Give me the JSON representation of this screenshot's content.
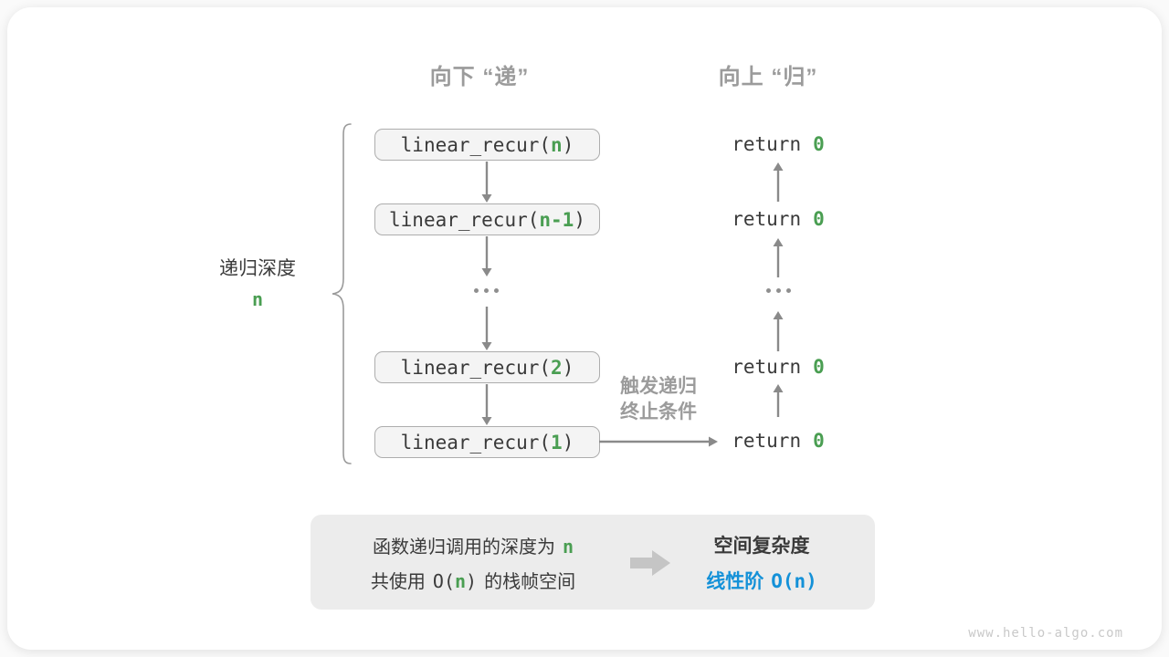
{
  "headers": {
    "down": "向下 “递”",
    "up": "向上 “归”"
  },
  "depth": {
    "label": "递归深度",
    "value": "n"
  },
  "calls": [
    {
      "pre": "linear_recur(",
      "arg": "n",
      "post": ")"
    },
    {
      "pre": "linear_recur(",
      "arg": "n-1",
      "post": ")"
    },
    {
      "pre": "linear_recur(",
      "arg": "2",
      "post": ")"
    },
    {
      "pre": "linear_recur(",
      "arg": "1",
      "post": ")"
    }
  ],
  "returns": [
    {
      "pre": "return",
      "val": "0"
    },
    {
      "pre": "return",
      "val": "0"
    },
    {
      "pre": "return",
      "val": "0"
    },
    {
      "pre": "return",
      "val": "0"
    }
  ],
  "trigger": {
    "line1": "触发递归",
    "line2": "终止条件"
  },
  "summary": {
    "l1_text": "函数递归调用的深度为",
    "l1_hl": "n",
    "l2_a": "共使用",
    "l2_open": "O(",
    "l2_hl": "n",
    "l2_close": ")",
    "l2_b": "的栈帧空间",
    "r_title": "空间复杂度",
    "r_a": "线性阶",
    "r_b": "O(n)"
  },
  "watermark": "www.hello-algo.com",
  "colors": {
    "accent_green": "#4a9e52",
    "accent_blue": "#1491d8",
    "label_gray": "#9b9b9b",
    "arrow_gray": "#8a8a8a",
    "box_fill": "#f4f4f4",
    "box_border": "#adadad",
    "summary_bg": "#ececec",
    "text": "#3a3a3a",
    "watermark_gray": "#c9c9c9"
  }
}
